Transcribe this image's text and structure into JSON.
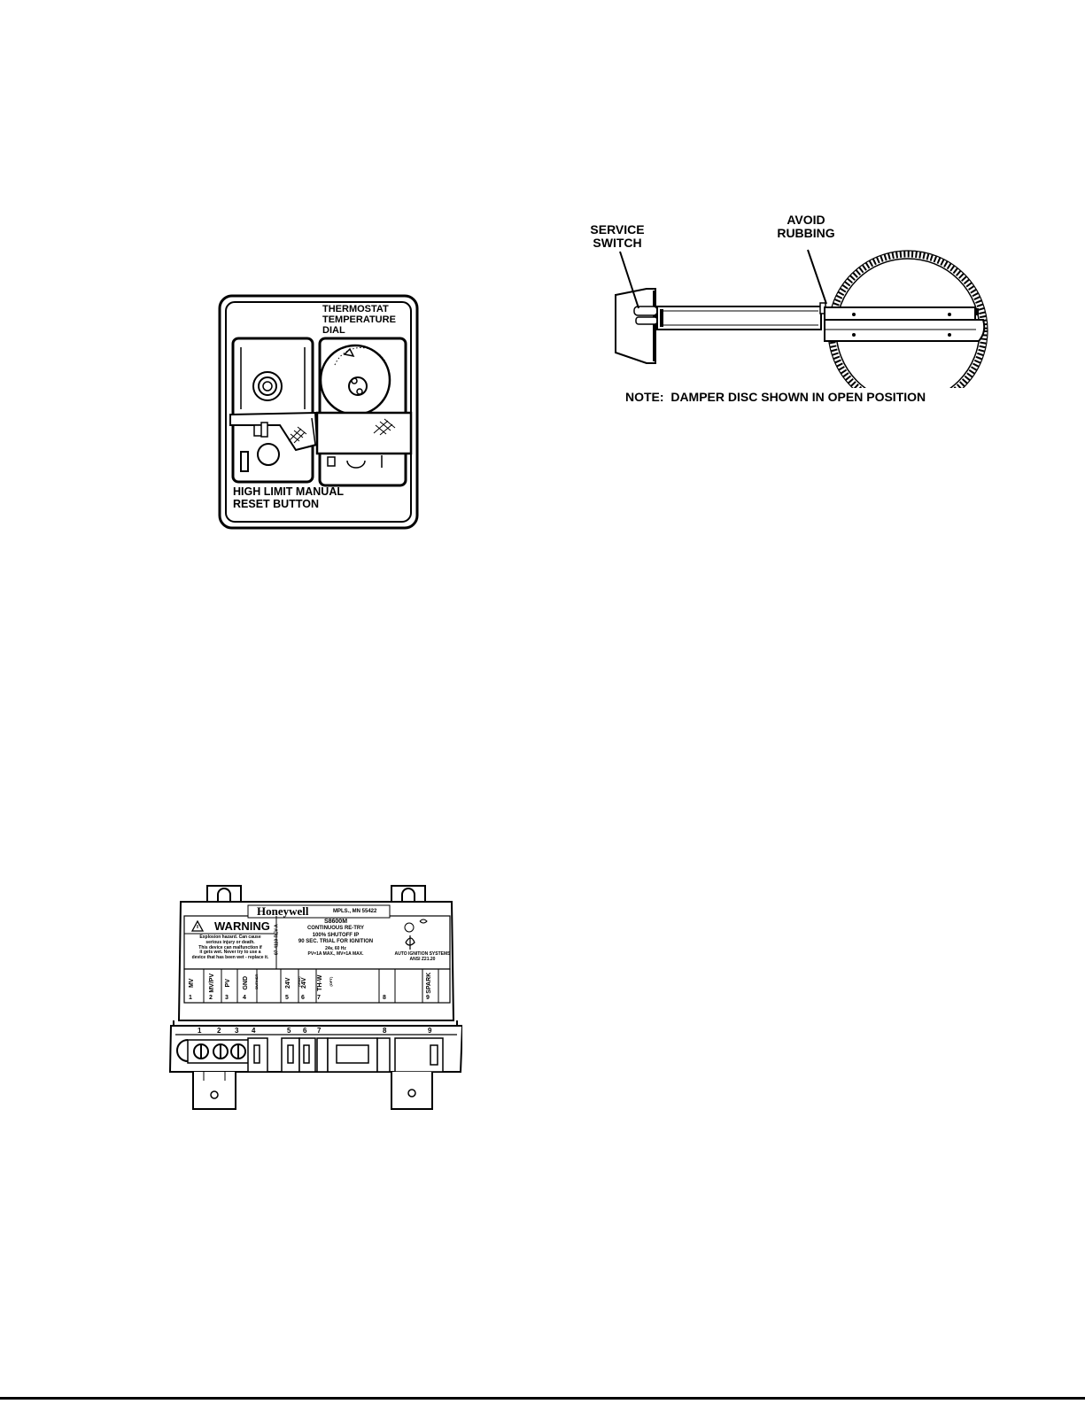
{
  "figures": {
    "thermostat": {
      "label_dial": [
        "THERMOSTAT",
        "TEMPERATURE",
        "DIAL"
      ],
      "label_reset": [
        "HIGH LIMIT MANUAL",
        "RESET BUTTON"
      ]
    },
    "damper": {
      "label_switch": [
        "SERVICE",
        "SWITCH"
      ],
      "label_rubbing": [
        "AVOID",
        "RUBBING"
      ],
      "note": "NOTE:  DAMPER DISC SHOWN IN OPEN POSITION"
    },
    "ignition_module": {
      "brand": "Honeywell",
      "location": "MPLS., MN 55422",
      "warning_title": "WARNING",
      "warning_text": [
        "Explosion hazard. Can cause",
        "serious injury or death.",
        "This device can malfunction if",
        "it gets wet. Never try to use a",
        "device that has been wet - replace it."
      ],
      "part_number": "97-4110 REV A",
      "model": "S8600M",
      "specs": [
        "CONTINUOUS RE-TRY",
        "100% SHUTOFF IP",
        "90 SEC. TRIAL FOR IGNITION",
        "24v, 60 Hz",
        "PV=1A MAX., MV=1A MAX."
      ],
      "cert": [
        "AUTO IGNITION SYSTEMS",
        "ANSI Z21.20"
      ],
      "terminals": [
        {
          "num": "1",
          "label": "MV",
          "sub": ""
        },
        {
          "num": "2",
          "label": "MV/PV",
          "sub": ""
        },
        {
          "num": "3",
          "label": "PV",
          "sub": ""
        },
        {
          "num": "4",
          "label": "GND",
          "sub": "BURNER"
        },
        {
          "num": "5",
          "label": "24V",
          "sub": "(GND)"
        },
        {
          "num": "6",
          "label": "24V",
          "sub": ""
        },
        {
          "num": "7",
          "label": "TH-W",
          "sub": "(OPT)"
        },
        {
          "num": "8",
          "label": "",
          "sub": ""
        },
        {
          "num": "9",
          "label": "SPARK",
          "sub": ""
        }
      ]
    }
  }
}
